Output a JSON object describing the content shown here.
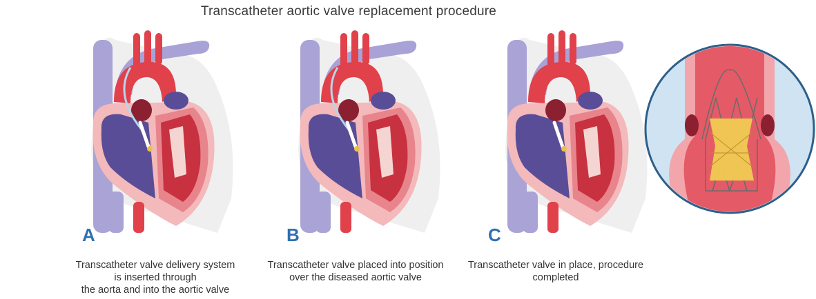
{
  "title": "Transcatheter aortic valve replacement procedure",
  "panels": [
    {
      "letter": "A",
      "caption_lines": [
        "Transcatheter valve delivery system",
        "is inserted through",
        "the aorta and into the aortic valve"
      ]
    },
    {
      "letter": "B",
      "caption_lines": [
        "Transcatheter valve placed into position",
        "over the diseased aortic valve"
      ]
    },
    {
      "letter": "C",
      "caption_lines": [
        "Transcatheter valve in place, procedure",
        "completed"
      ]
    }
  ],
  "colors": {
    "vein": "#a9a3d4",
    "artery": "#e0414b",
    "heart_outer": "#f3b9bb",
    "heart_wall": "#e8848c",
    "ventricle_dark": "#5a4d97",
    "muscle": "#c8313f",
    "valve": "#e9c04d",
    "label": "#2f6fb3",
    "zoom_bg": "#cfe3f2",
    "zoom_rim": "#2d5f8a"
  }
}
